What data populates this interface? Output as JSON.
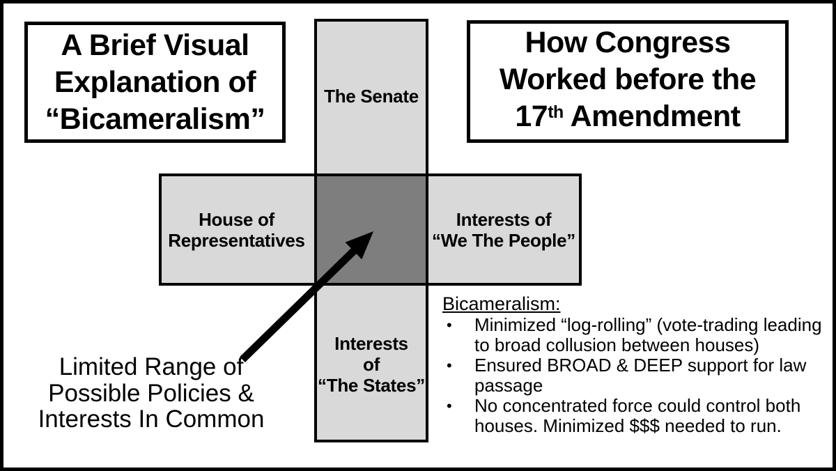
{
  "colors": {
    "background": "#ffffff",
    "frame_border": "#000000",
    "bar_fill": "#d9d9d9",
    "overlap_fill": "#7e7e7e",
    "text": "#000000",
    "arrow": "#000000"
  },
  "titles": {
    "left": {
      "lines": [
        "A Brief Visual",
        "Explanation of",
        "“Bicameralism”"
      ]
    },
    "right": {
      "line1": "How Congress",
      "line2": "Worked before the",
      "line3_num": "17",
      "line3_sup": "th",
      "line3_rest": " Amendment"
    }
  },
  "cross": {
    "senate_label": "The Senate",
    "house_line1": "House of",
    "house_line2": "Representatives",
    "people_line1": "Interests of",
    "people_line2": "“We The People”",
    "states_line1": "Interests",
    "states_line2": "of",
    "states_line3": "“The States”"
  },
  "annotation": {
    "line1": "Limited Range of",
    "line2": "Possible Policies &",
    "line3": "Interests In Common"
  },
  "bicameralism": {
    "heading": "Bicameralism:",
    "bullet_char": "•",
    "bullets": [
      "Minimized “log-rolling” (vote-trading leading to broad collusion between houses)",
      "Ensured BROAD & DEEP support for law passage",
      "No concentrated force could control both houses. Minimized $$$ needed to run."
    ]
  }
}
